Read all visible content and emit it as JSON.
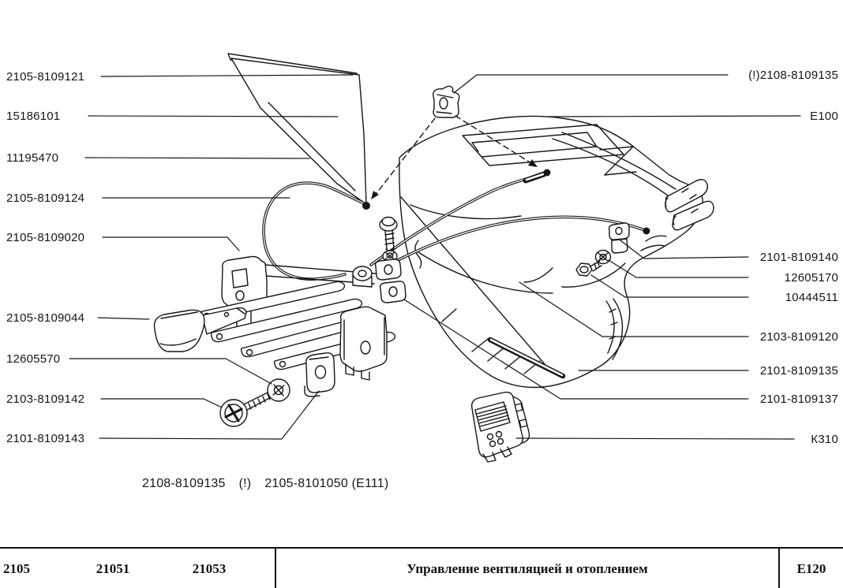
{
  "labels": {
    "left": [
      {
        "text": "2105-8109121"
      },
      {
        "text": "15186101"
      },
      {
        "text": "11195470"
      },
      {
        "text": "2105-8109124"
      },
      {
        "text": "2105-8109020"
      },
      {
        "text": "2105-8109044"
      },
      {
        "text": "12605570"
      },
      {
        "text": "2103-8109142"
      },
      {
        "text": "2101-8109143"
      }
    ],
    "right": [
      {
        "text": "(!)2108-8109135"
      },
      {
        "text": "E100"
      },
      {
        "text": "2101-8109140"
      },
      {
        "text": "12605170"
      },
      {
        "text": "10444511"
      },
      {
        "text": "2103-8109120"
      },
      {
        "text": "2101-8109135"
      },
      {
        "text": "2101-8109137"
      },
      {
        "text": "К310"
      }
    ]
  },
  "note": {
    "part": "2108-8109135",
    "flag": "(!)",
    "ref": "2105-8101050 (Е111)"
  },
  "footer": {
    "models": [
      "2105",
      "21051",
      "21053"
    ],
    "title": "Управление вентиляцией и отоплением",
    "code": "Е120"
  }
}
